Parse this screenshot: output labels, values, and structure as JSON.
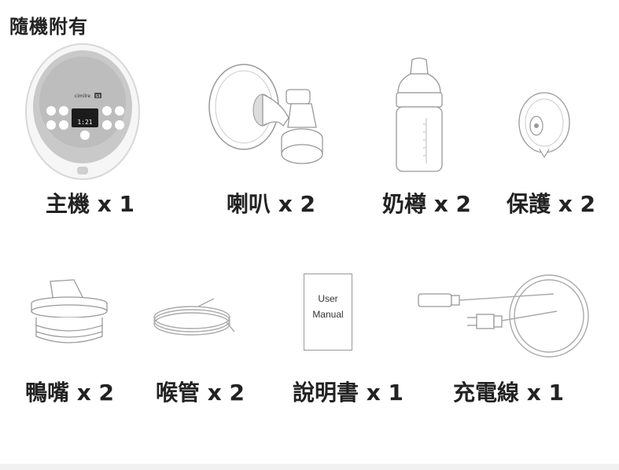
{
  "title": "隨機附有",
  "device": {
    "brand": "cimilre",
    "model": "S3",
    "display": "1:21"
  },
  "manual": {
    "line1": "User",
    "line2": "Manual"
  },
  "items": [
    {
      "label": "主機 x 1"
    },
    {
      "label": "喇叭 x 2"
    },
    {
      "label": "奶樽 x 2"
    },
    {
      "label": "保護 x 2"
    },
    {
      "label": "鴨嘴 x 2"
    },
    {
      "label": "喉管 x 2"
    },
    {
      "label": "說明書 x 1"
    },
    {
      "label": "充電線 x 1"
    }
  ]
}
